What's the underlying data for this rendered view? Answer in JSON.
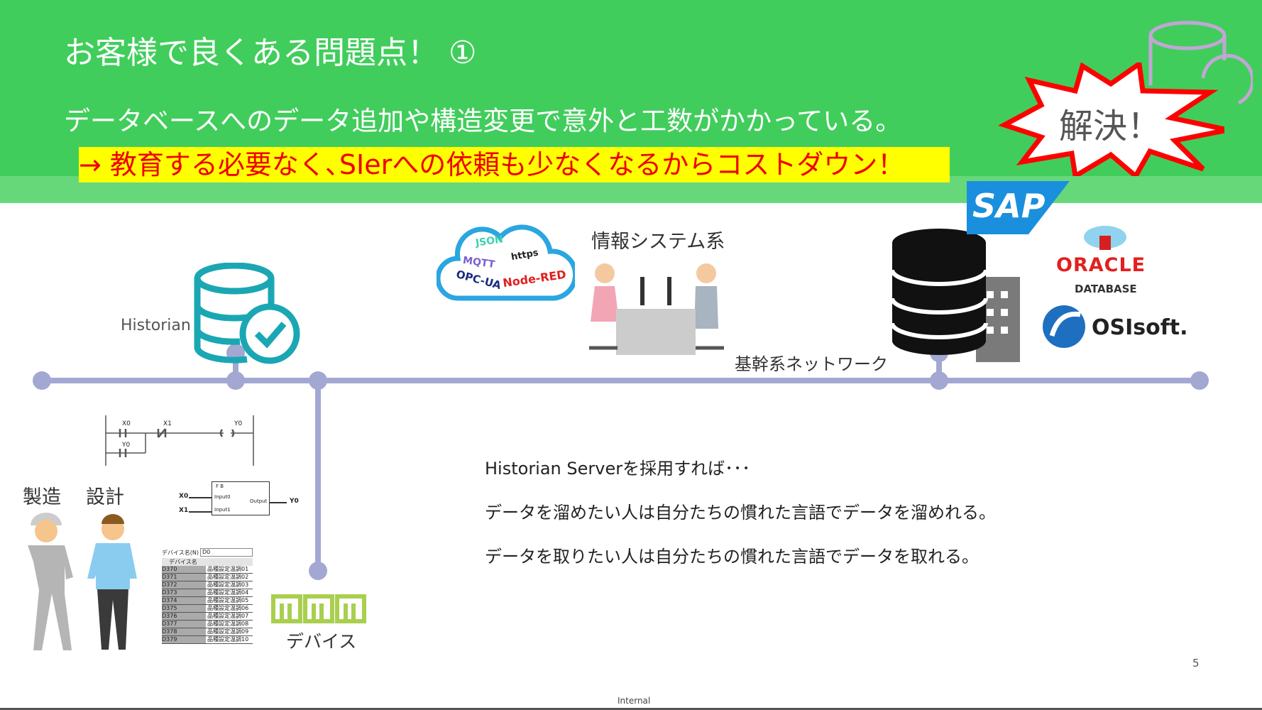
{
  "header": {
    "title": "お客様で良くある問題点！ ①",
    "subtitle": "データベースへのデータ追加や構造変更で意外と工数がかかっている。",
    "highlight": "→ 教育する必要なく､SIerへの依頼も少なくなるからコストダウン！",
    "burst": "解決！"
  },
  "diagram": {
    "historian": "Historian",
    "info_system": "情報システム系",
    "core_network": "基幹系ネットワーク",
    "device": "デバイス",
    "manufacturing": "製造",
    "design": "設計",
    "cloud_words": [
      "JSON",
      "MQTT",
      "https",
      "OPC-UA",
      "Node-RED"
    ],
    "logos": {
      "sap": "SAP",
      "oracle": "ORACLE",
      "oracle_sub": "DATABASE",
      "osisoft": "OSIsoft."
    },
    "ladder": {
      "x0": "X0",
      "x1": "X1",
      "y0": "Y0",
      "y0b": "Y0"
    },
    "fb": {
      "title": "F B",
      "in0": "Input0",
      "in1": "Input1",
      "out": "Output",
      "x0": "X0",
      "x1": "X1",
      "y0": "Y0"
    },
    "device_table": {
      "label": "デバイス名(N)",
      "value": "D0",
      "header": "デバイス名",
      "rows": [
        [
          "D370",
          "品種設定温調01"
        ],
        [
          "D371",
          "品種設定温調02"
        ],
        [
          "D372",
          "品種設定温調03"
        ],
        [
          "D373",
          "品種設定温調04"
        ],
        [
          "D374",
          "品種設定温調05"
        ],
        [
          "D375",
          "品種設定温調06"
        ],
        [
          "D376",
          "品種設定温調07"
        ],
        [
          "D377",
          "品種設定温調08"
        ],
        [
          "D378",
          "品種設定温調09"
        ],
        [
          "D379",
          "品種設定温調10"
        ]
      ]
    }
  },
  "body": {
    "line1": "Historian Serverを採用すれば･･･",
    "line2": "データを溜めたい人は自分たちの慣れた言語でデータを溜めれる。",
    "line3": "データを取りたい人は自分たちの慣れた言語でデータを取れる。"
  },
  "footer": {
    "page": "5",
    "classification": "Internal"
  },
  "colors": {
    "header": "#41cd5c",
    "band": "#66d87a",
    "highlight_bg": "#ffff00",
    "highlight_text": "#ee0000",
    "bus": "#a3a8d2",
    "historian": "#1aa7b3"
  }
}
